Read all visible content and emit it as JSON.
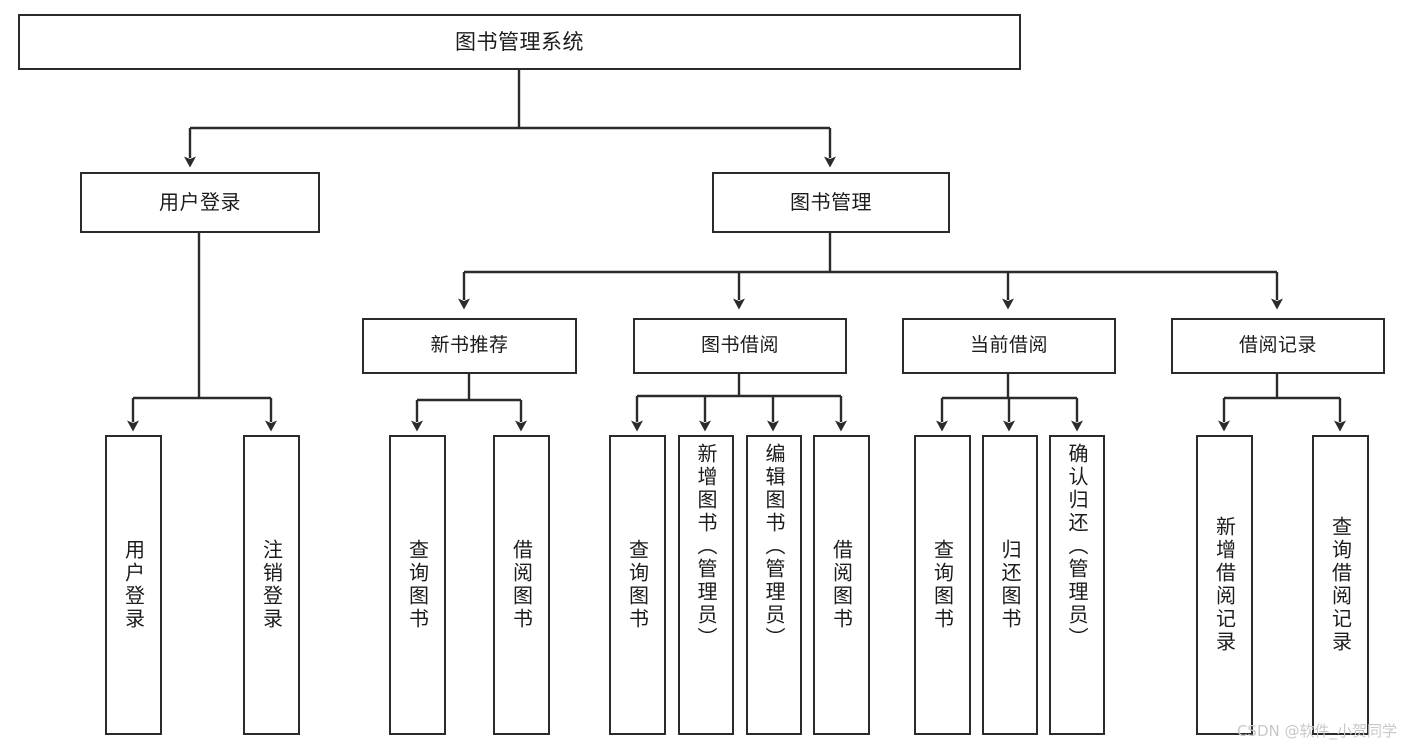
{
  "diagram": {
    "type": "tree-hierarchy",
    "title": "图书管理系统",
    "colors": {
      "box_border": "#2b2b2b",
      "box_fill": "#ffffff",
      "connector": "#2b2b2b",
      "text": "#1c1c1c",
      "watermark": "#c8c8c8",
      "background": "#ffffff"
    },
    "watermark": "CSDN @软件_小贺同学",
    "nodes": {
      "root": {
        "label": "图书管理系统"
      },
      "level2": [
        {
          "label": "用户登录"
        },
        {
          "label": "图书管理"
        }
      ],
      "level3": [
        {
          "label": "新书推荐"
        },
        {
          "label": "图书借阅"
        },
        {
          "label": "当前借阅"
        },
        {
          "label": "借阅记录"
        }
      ],
      "leaves": [
        {
          "label": "用户登录",
          "parent": "用户登录"
        },
        {
          "label": "注销登录",
          "parent": "用户登录"
        },
        {
          "label": "查询图书",
          "parent": "新书推荐"
        },
        {
          "label": "借阅图书",
          "parent": "新书推荐"
        },
        {
          "label": "查询图书",
          "parent": "图书借阅"
        },
        {
          "label": "新增图书（管理员）",
          "parent": "图书借阅"
        },
        {
          "label": "编辑图书（管理员）",
          "parent": "图书借阅"
        },
        {
          "label": "借阅图书",
          "parent": "图书借阅"
        },
        {
          "label": "查询图书",
          "parent": "当前借阅"
        },
        {
          "label": "归还图书",
          "parent": "当前借阅"
        },
        {
          "label": "确认归还（管理员）",
          "parent": "当前借阅"
        },
        {
          "label": "新增借阅记录",
          "parent": "借阅记录"
        },
        {
          "label": "查询借阅记录",
          "parent": "借阅记录"
        }
      ]
    }
  }
}
